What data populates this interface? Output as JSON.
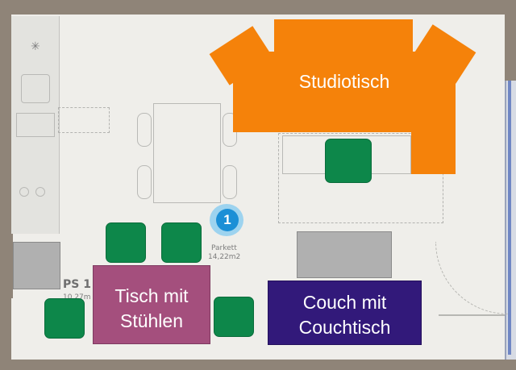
{
  "furniture": {
    "studiotisch": {
      "label": "Studiotisch",
      "color": "#f5820a"
    },
    "tisch_mit_stuehlen": {
      "line1": "Tisch mit",
      "line2": "Stühlen",
      "color": "#a44f7d"
    },
    "couch": {
      "line1": "Couch mit",
      "line2": "Couchtisch",
      "color": "#32197a"
    },
    "chair_color": "#0d874a",
    "gray_color": "#b0b0b0"
  },
  "floorplan": {
    "marker_number": "1",
    "room_label": "Parkett",
    "room_area": "14,22m2",
    "left_label": "PS 1",
    "left_sub": "10,27m"
  }
}
